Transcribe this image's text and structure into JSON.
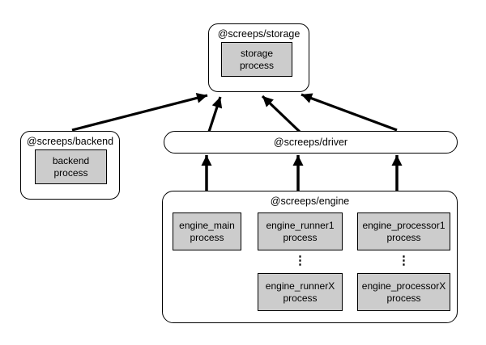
{
  "palette": {
    "background": "#ffffff",
    "line": "#000000",
    "process_fill": "#cccccc",
    "node_fill": "#ffffff"
  },
  "nodes": {
    "storage": {
      "title": "@screeps/storage",
      "process": "storage\nprocess"
    },
    "backend": {
      "title": "@screeps/backend",
      "process": "backend\nprocess"
    },
    "driver": {
      "title": "@screeps/driver"
    },
    "engine": {
      "title": "@screeps/engine",
      "main_process": "engine_main\nprocess",
      "runner_first": "engine_runner1\nprocess",
      "runner_last": "engine_runnerX\nprocess",
      "runner_ellipsis": "⋮",
      "processor_first": "engine_processor1\nprocess",
      "processor_last": "engine_processorX\nprocess",
      "processor_ellipsis": "⋮"
    }
  },
  "edges": [
    {
      "from": "@screeps/backend",
      "to": "@screeps/storage"
    },
    {
      "from": "@screeps/driver",
      "to": "@screeps/storage"
    },
    {
      "from": "@screeps/driver",
      "to": "@screeps/storage"
    },
    {
      "from": "@screeps/driver",
      "to": "@screeps/storage"
    },
    {
      "from": "@screeps/engine",
      "to": "@screeps/driver"
    },
    {
      "from": "@screeps/engine",
      "to": "@screeps/driver"
    },
    {
      "from": "@screeps/engine",
      "to": "@screeps/driver"
    }
  ]
}
